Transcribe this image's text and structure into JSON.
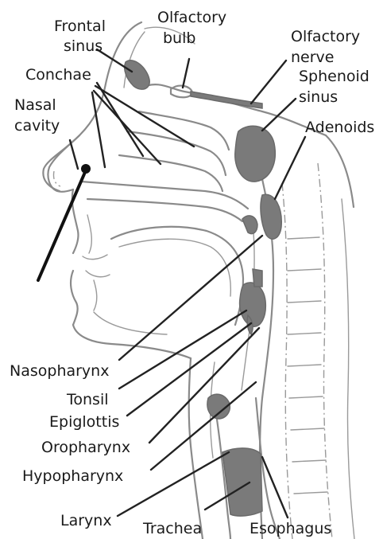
{
  "labels": {
    "frontal_sinus": [
      "Frontal",
      "sinus"
    ],
    "olfactory_bulb": [
      "Olfactory",
      "bulb"
    ],
    "olfactory_nerve": [
      "Olfactory",
      "nerve"
    ],
    "conchae": "Conchae",
    "sphenoid_sinus": [
      "Sphenoid",
      "sinus"
    ],
    "nasal_cavity": [
      "Nasal",
      "cavity"
    ],
    "adenoids": "Adenoids",
    "nasopharynx": "Nasopharynx",
    "tonsil": "Tonsil",
    "epiglottis": "Epiglottis",
    "oropharynx": "Oropharynx",
    "hypopharynx": "Hypopharynx",
    "larynx": "Larynx",
    "trachea": "Trachea",
    "esophagus": "Esophagus"
  }
}
